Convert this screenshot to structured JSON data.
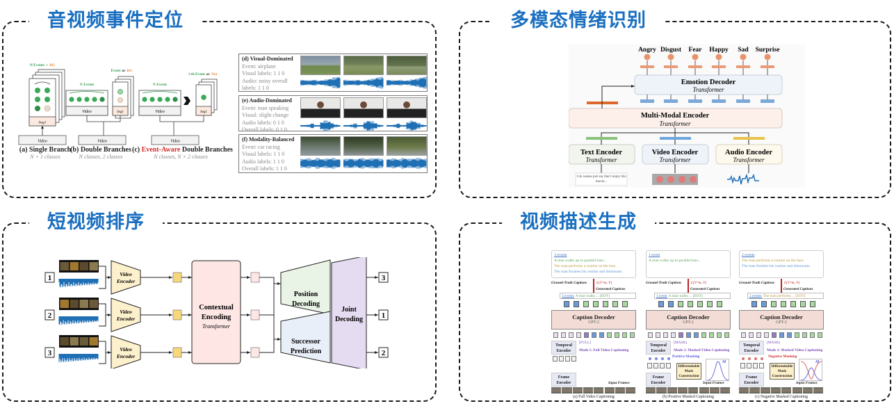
{
  "panels": {
    "av_event": {
      "title": "音视频事件定位",
      "a": {
        "label": "(a) Single Branch",
        "sub": "N + 1 classes",
        "head_green": "N Events",
        "head_plus": "+",
        "head_orange": "BG",
        "seg": "Seg1",
        "video": "Video"
      },
      "b": {
        "label": "(b) Double Branches",
        "sub": "N classes, 2 classes",
        "events": "N Events",
        "head_green": "Event",
        "head_or": "or",
        "head_orange": "BG",
        "seg": "Seg1",
        "video_inner": "Video",
        "video": "Video"
      },
      "c": {
        "label_prefix": "(c)",
        "label_red": "Event-Aware",
        "label_rest": "Double Branches",
        "sub": "N classes, N × 2 classes",
        "events": "N Events",
        "head_green": "i-th Event",
        "head_or": "or",
        "head_orange": "Not",
        "seg": "Seg1",
        "video_inner": "Video",
        "video": "Video"
      },
      "cases": [
        {
          "title": "(d) Visual-Dominated",
          "lines": [
            "Event: airplane",
            "Visual labels: 1 1 0",
            "Audio: noisy overall",
            "labels: 1 1 0"
          ]
        },
        {
          "title": "(e) Audio-Dominated",
          "lines": [
            "Event: man speaking",
            "Visual: slight change",
            "Audio labels: 0 1 0",
            "Overall labels: 0 1 0"
          ]
        },
        {
          "title": "(f) Modality-Balanced",
          "lines": [
            "Event: car racing",
            "Visual labels: 1 1 0",
            "Audio labels: 1 1 0",
            "Overall labels: 1 1 0"
          ]
        }
      ]
    },
    "emotion": {
      "title": "多模态情绪识别",
      "emotions": [
        "Angry",
        "Disgust",
        "Fear",
        "Happy",
        "Sad",
        "Surprise"
      ],
      "decoder": {
        "name": "Emotion Decoder",
        "sub": "Transformer"
      },
      "mm_encoder": {
        "name": "Multi-Modal Encoder",
        "sub": "Transformer"
      },
      "encoders": [
        {
          "name": "Text Encoder",
          "sub": "Transformer"
        },
        {
          "name": "Video Encoder",
          "sub": "Transformer"
        },
        {
          "name": "Audio Encoder",
          "sub": "Transformer"
        }
      ],
      "text_input": "I do wanna just say that I enjoy this movie..."
    },
    "sorting": {
      "title": "短视频排序",
      "inputs": [
        "1",
        "2",
        "3"
      ],
      "video_encoder": [
        "Video",
        "Encoder"
      ],
      "contextual": [
        "Contextual",
        "Encoding"
      ],
      "contextual_sub": "Transformer",
      "position": [
        "Position",
        "Decoding"
      ],
      "successor": [
        "Successor",
        "Prediction"
      ],
      "joint": [
        "Joint",
        "Decoding"
      ],
      "outputs": [
        "3",
        "1",
        "2"
      ]
    },
    "caption": {
      "title": "视频描述生成",
      "columns": [
        {
          "header": "3 events",
          "gt_lines": [
            "A man walks up to parallel bars...",
            "The man performs a routine on the bars.",
            "The man finishes his routine and dismounts."
          ],
          "gt_colors": [
            "#5aa05a",
            "#b8963a",
            "#5a8fd0"
          ],
          "gen_prefix": "3 events",
          "gen_text": "A man walks ... [EOT]",
          "mode": "Mode 1: Full Video Captioning",
          "token": "[FULL]",
          "caption": "(a) Full Video Captioning"
        },
        {
          "header": "1 event",
          "gt_lines": [
            "A man walks up to parallel bars..."
          ],
          "gt_colors": [
            "#5aa05a"
          ],
          "gen_prefix": "1 event",
          "gen_text": "A man walks ... [EOT]",
          "mode": "Mode 2: Masked Video Captioning",
          "token": "[MASK]",
          "masking": "Positive Masking",
          "mask_box": [
            "Differentiable",
            "Mask",
            "Construction"
          ],
          "m_label": "M",
          "caption": "(b) Positive Masked Captioning"
        },
        {
          "header": "2 events",
          "gt_lines": [
            "The man performs a routine on the bars.",
            "The man finishes his routine and dismounts."
          ],
          "gt_colors": [
            "#b8963a",
            "#5a8fd0"
          ],
          "gen_prefix": "2 events",
          "gen_text": "The man performs ... [EOT]",
          "mode": "Mode 2: Masked Video Captioning",
          "token": "[MASK]",
          "masking": "Negative Masking",
          "mask_box": [
            "Differentiable",
            "Mask",
            "Construction"
          ],
          "m_label": "M",
          "caption": "(c) Negative Masked Captioning"
        }
      ],
      "gt_label": "Ground-Truth Captions",
      "gen_label": "Generated Captions",
      "loss": "L(V^m, Y)",
      "decoder": "Caption Decoder",
      "decoder_sub": "GPT-2",
      "temporal": [
        "Temporal",
        "Encoder"
      ],
      "frame": [
        "Frame",
        "Encoder"
      ],
      "input_frames": "Input Frames"
    }
  },
  "colors": {
    "title_blue": "#1a6fc0",
    "green": "#2e9a4a",
    "orange": "#e98a3a",
    "red": "#d42a2a",
    "wave_blue": "#1f6fb4"
  }
}
